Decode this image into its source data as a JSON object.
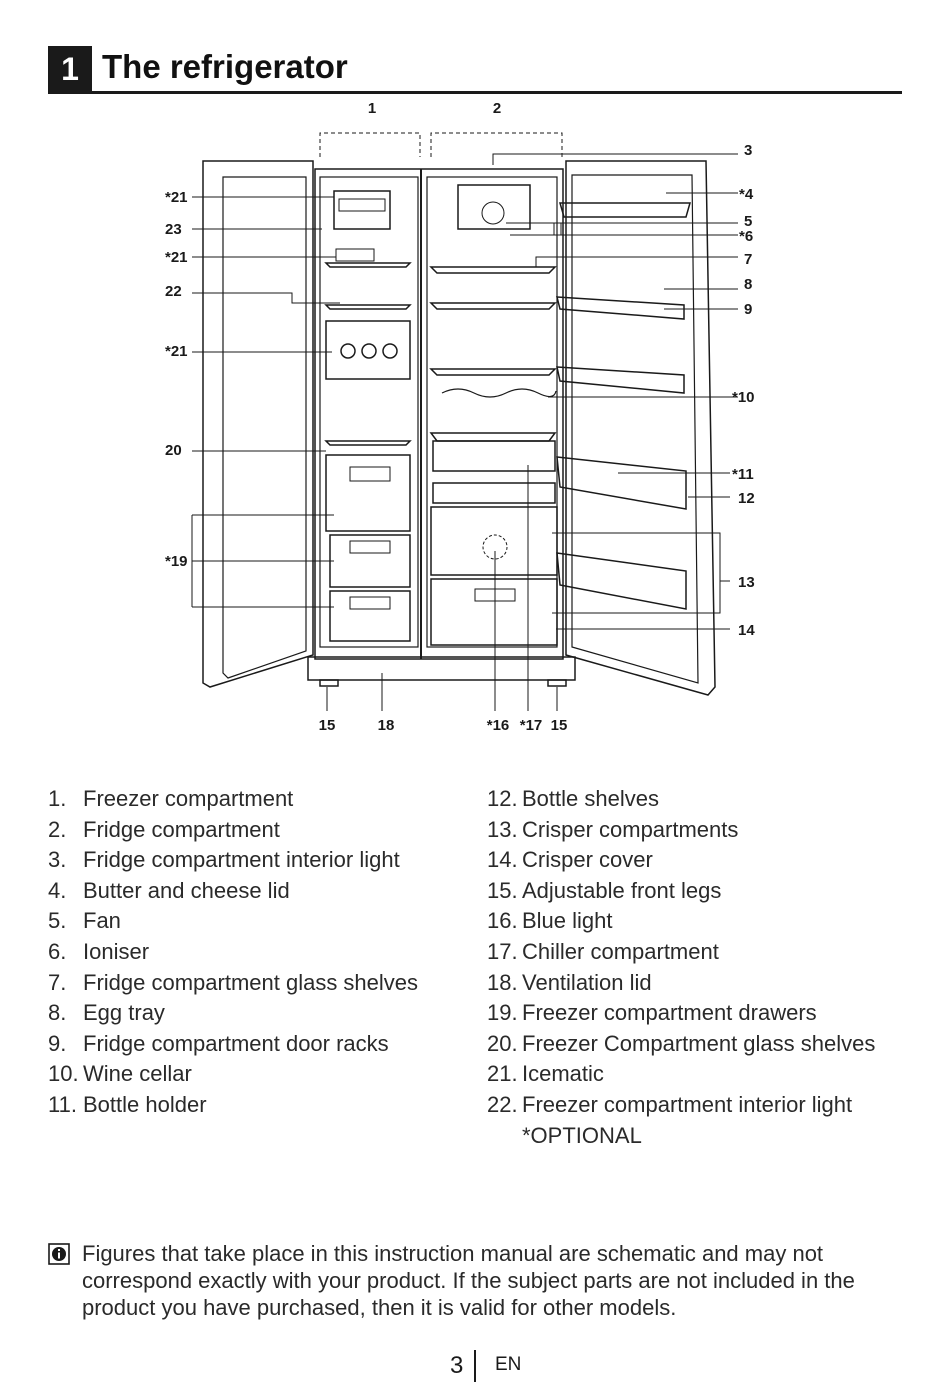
{
  "section": {
    "number": "1",
    "title": "The refrigerator"
  },
  "diagram_labels": {
    "l1": "1",
    "l2": "2",
    "l3": "3",
    "l4": "*4",
    "l5": "5",
    "l6": "*6",
    "l7": "7",
    "l8": "8",
    "l9": "9",
    "l10": "*10",
    "l11": "*11",
    "l12": "12",
    "l13": "13",
    "l14": "14",
    "l21a": "*21",
    "l23": "23",
    "l21b": "*21",
    "l22": "22",
    "l21c": "*21",
    "l20": "20",
    "l19": "*19",
    "b15a": "15",
    "b18": "18",
    "b16": "*16",
    "b17": "*17",
    "b15b": "15"
  },
  "parts_left": [
    {
      "num": "1.",
      "label": "Freezer compartment"
    },
    {
      "num": "2.",
      "label": "Fridge compartment"
    },
    {
      "num": "3.",
      "label": "Fridge compartment interior light"
    },
    {
      "num": "4.",
      "label": "Butter and cheese lid"
    },
    {
      "num": "5.",
      "label": "Fan"
    },
    {
      "num": "6.",
      "label": "Ioniser"
    },
    {
      "num": "7.",
      "label": "Fridge compartment glass shelves"
    },
    {
      "num": "8.",
      "label": "Egg tray"
    },
    {
      "num": "9.",
      "label": "Fridge compartment door racks"
    },
    {
      "num": "10.",
      "label": "Wine cellar"
    },
    {
      "num": "11.",
      "label": "Bottle holder"
    }
  ],
  "parts_right": [
    {
      "num": "12.",
      "label": "Bottle shelves"
    },
    {
      "num": "13.",
      "label": "Crisper compartments"
    },
    {
      "num": "14.",
      "label": "Crisper cover"
    },
    {
      "num": "15.",
      "label": "Adjustable front legs"
    },
    {
      "num": "16.",
      "label": "Blue light"
    },
    {
      "num": "17.",
      "label": "Chiller compartment"
    },
    {
      "num": "18.",
      "label": "Ventilation lid"
    },
    {
      "num": "19.",
      "label": "Freezer compartment drawers"
    },
    {
      "num": "20.",
      "label": "Freezer Compartment glass shelves"
    },
    {
      "num": "21.",
      "label": "Icematic"
    },
    {
      "num": "22.",
      "label": "Freezer compartment interior light"
    }
  ],
  "optional_note": "*OPTIONAL",
  "note": {
    "icon": "info-icon",
    "text": "Figures that take place in this instruction manual are schematic and may not correspond exactly with your product. If the subject parts are not included in the product you have purchased, then it is valid for other models."
  },
  "footer": {
    "page": "3",
    "lang": "EN"
  }
}
